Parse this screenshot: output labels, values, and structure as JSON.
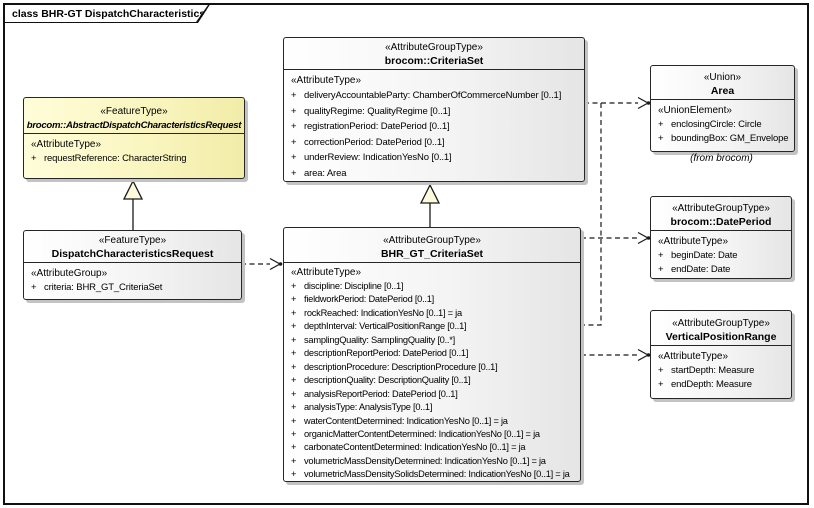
{
  "diagram": {
    "tab_label": "class BHR-GT DispatchCharacteristicsRequest"
  },
  "colors": {
    "box_fill_left": "#ffffff",
    "box_fill_right": "#e5e5e5",
    "abstract_fill_left": "#fffdd9",
    "abstract_fill_right": "#f1eca8",
    "box_border": "#262626",
    "connector": "#1a1a1a",
    "generalization_arrow_fill": "#fdfade"
  },
  "classes": {
    "abstract": {
      "stereotype": "«FeatureType»",
      "name": "brocom::AbstractDispatchCharacteristicsRequest",
      "section_label": "«AttributeType»",
      "attributes": [
        {
          "v": "+",
          "t": "requestReference: CharacterString"
        }
      ]
    },
    "dispatch": {
      "stereotype": "«FeatureType»",
      "name": "DispatchCharacteristicsRequest",
      "section_label": "«AttributeGroup»",
      "attributes": [
        {
          "v": "+",
          "t": "criteria: BHR_GT_CriteriaSet"
        }
      ]
    },
    "criteriaset": {
      "stereotype": "«AttributeGroupType»",
      "name": "brocom::CriteriaSet",
      "section_label": "«AttributeType»",
      "attributes": [
        {
          "v": "+",
          "t": "deliveryAccountableParty: ChamberOfCommerceNumber [0..1]"
        },
        {
          "v": "+",
          "t": "qualityRegime: QualityRegime [0..1]"
        },
        {
          "v": "+",
          "t": "registrationPeriod: DatePeriod [0..1]"
        },
        {
          "v": "+",
          "t": "correctionPeriod: DatePeriod [0..1]"
        },
        {
          "v": "+",
          "t": "underReview: IndicationYesNo [0..1]"
        },
        {
          "v": "+",
          "t": "area: Area"
        }
      ]
    },
    "bhr": {
      "stereotype": "«AttributeGroupType»",
      "name": "BHR_GT_CriteriaSet",
      "section_label": "«AttributeType»",
      "attributes": [
        {
          "v": "+",
          "t": "discipline: Discipline [0..1]"
        },
        {
          "v": "+",
          "t": "fieldworkPeriod: DatePeriod [0..1]"
        },
        {
          "v": "+",
          "t": "rockReached: IndicationYesNo [0..1] = ja"
        },
        {
          "v": "+",
          "t": "depthInterval: VerticalPositionRange [0..1]"
        },
        {
          "v": "+",
          "t": "samplingQuality: SamplingQuality [0..*]"
        },
        {
          "v": "+",
          "t": "descriptionReportPeriod: DatePeriod [0..1]"
        },
        {
          "v": "+",
          "t": "descriptionProcedure: DescriptionProcedure [0..1]"
        },
        {
          "v": "+",
          "t": "descriptionQuality: DescriptionQuality [0..1]"
        },
        {
          "v": "+",
          "t": "analysisReportPeriod: DatePeriod [0..1]"
        },
        {
          "v": "+",
          "t": "analysisType: AnalysisType [0..1]"
        },
        {
          "v": "+",
          "t": "waterContentDetermined: IndicationYesNo [0..1] = ja"
        },
        {
          "v": "+",
          "t": "organicMatterContentDetermined: IndicationYesNo [0..1] = ja"
        },
        {
          "v": "+",
          "t": "carbonateContentDetermined: IndicationYesNo [0..1] = ja"
        },
        {
          "v": "+",
          "t": "volumetricMassDensityDetermined: IndicationYesNo [0..1] = ja"
        },
        {
          "v": "+",
          "t": "volumetricMassDensitySolidsDetermined: IndicationYesNo [0..1] = ja"
        }
      ]
    },
    "area": {
      "stereotype": "«Union»",
      "name": "Area",
      "section_label": "«UnionElement»",
      "attributes": [
        {
          "v": "+",
          "t": "enclosingCircle: Circle"
        },
        {
          "v": "+",
          "t": "boundingBox: GM_Envelope"
        }
      ],
      "origin_note": "(from brocom)"
    },
    "dateperiod": {
      "stereotype": "«AttributeGroupType»",
      "name": "brocom::DatePeriod",
      "section_label": "«AttributeType»",
      "attributes": [
        {
          "v": "+",
          "t": "beginDate: Date"
        },
        {
          "v": "+",
          "t": "endDate: Date"
        }
      ]
    },
    "vrange": {
      "stereotype": "«AttributeGroupType»",
      "name": "VerticalPositionRange",
      "section_label": "«AttributeType»",
      "attributes": [
        {
          "v": "+",
          "t": "startDepth: Measure"
        },
        {
          "v": "+",
          "t": "endDepth: Measure"
        }
      ]
    }
  },
  "relations": [
    {
      "type": "generalization",
      "from": "DispatchCharacteristicsRequest",
      "to": "brocom::AbstractDispatchCharacteristicsRequest"
    },
    {
      "type": "generalization",
      "from": "BHR_GT_CriteriaSet",
      "to": "brocom::CriteriaSet"
    },
    {
      "type": "dependency",
      "from": "DispatchCharacteristicsRequest",
      "to": "BHR_GT_CriteriaSet"
    },
    {
      "type": "dependency",
      "from": "brocom::CriteriaSet",
      "to": "Area"
    },
    {
      "type": "dependency",
      "from": "brocom::CriteriaSet",
      "to": "brocom::DatePeriod"
    },
    {
      "type": "dependency",
      "from": "BHR_GT_CriteriaSet",
      "to": "brocom::DatePeriod"
    },
    {
      "type": "dependency",
      "from": "BHR_GT_CriteriaSet",
      "to": "VerticalPositionRange"
    }
  ]
}
